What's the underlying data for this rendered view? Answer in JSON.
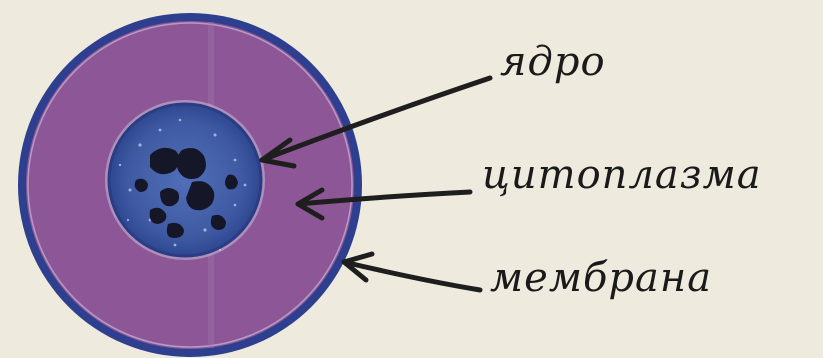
{
  "labels": {
    "nucleus": "ядро",
    "cytoplasm": "цитоплазма",
    "membrane": "мембрана"
  },
  "colors": {
    "background": "#eeeadd",
    "membrane": "#2d3f8e",
    "cytoplasm": "#8d5797",
    "nucleus": "#3f5aa3",
    "chromatin": "#161629",
    "arrows": "#1e1e1e"
  }
}
